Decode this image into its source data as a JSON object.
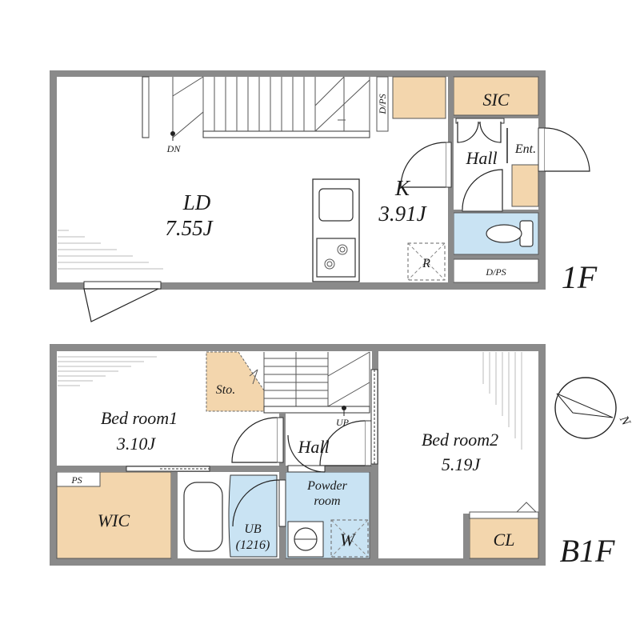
{
  "floors": {
    "first": {
      "label": "1F",
      "rooms": {
        "ld_name": "LD",
        "ld_size": "7.55J",
        "k_name": "K",
        "k_size": "3.91J",
        "sic": "SIC",
        "hall": "Hall",
        "ent": "Ent.",
        "dps_top": "D/PS",
        "dps_bottom": "D/PS",
        "stairs_dn": "DN",
        "refrigerator": "R"
      }
    },
    "basement": {
      "label": "B1F",
      "rooms": {
        "bed1_name": "Bed room1",
        "bed1_size": "3.10J",
        "bed2_name": "Bed room2",
        "bed2_size": "5.19J",
        "storage": "Sto.",
        "hall": "Hall",
        "stairs_up": "UP",
        "wic": "WIC",
        "ps": "PS",
        "ub_name": "UB",
        "ub_size": "(1216)",
        "powder_line1": "Powder",
        "powder_line2": "room",
        "washer": "W",
        "cl": "CL"
      }
    }
  },
  "compass": {
    "north": "N"
  },
  "colors": {
    "wall": "#8a8a8a",
    "storage": "#f3d6ad",
    "wet": "#c9e3f3",
    "line": "#222222"
  }
}
